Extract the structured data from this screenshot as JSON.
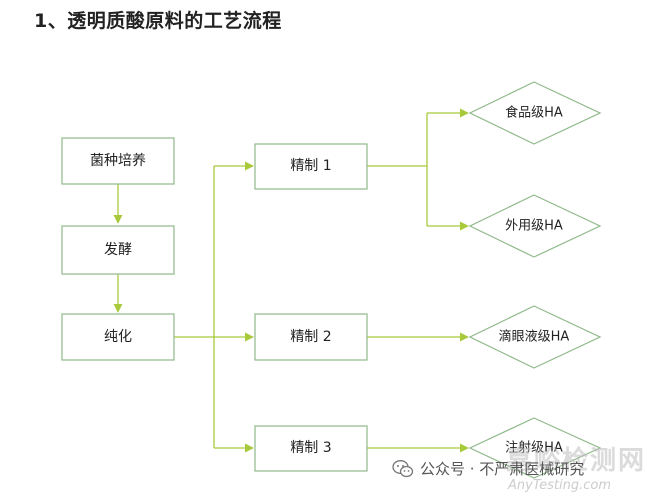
{
  "title": "1、透明质酸原料的工艺流程",
  "colors": {
    "box_border": "#8fb98a",
    "arrow": "#a8c93a",
    "text": "#222222"
  },
  "nodes": {
    "culture": "菌种培养",
    "ferment": "发酵",
    "purify": "纯化",
    "refine1": "精制 1",
    "refine2": "精制 2",
    "refine3": "精制 3",
    "food": "食品级HA",
    "topical": "外用级HA",
    "eyedrop": "滴眼液级HA",
    "injection": "注射级HA"
  },
  "watermark": {
    "icon": "wechat-icon",
    "account": "公众号 · 不严肃医械研究",
    "brand": "嘉峪检测网",
    "url": "AnyTesting.com"
  }
}
